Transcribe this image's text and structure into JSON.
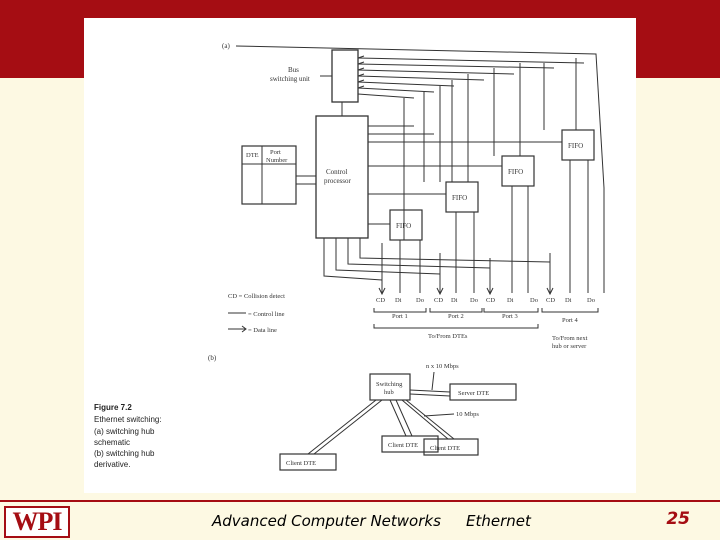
{
  "slide": {
    "footer_title": "Advanced Computer Networks",
    "footer_topic": "Ethernet",
    "page_number": "25",
    "logo_text": "WPI",
    "colors": {
      "brand": "#a50d13",
      "background": "#fdf9e3"
    }
  },
  "figure": {
    "part_a_label": "(a)",
    "part_b_label": "(b)",
    "bus_switching_unit": [
      "Bus",
      "switching unit"
    ],
    "port_table_dte": "DTE",
    "port_table_port": [
      "Port",
      "Number"
    ],
    "control_processor": [
      "Control",
      "processor"
    ],
    "fifo": "FIFO",
    "signals": {
      "cd": "CD",
      "di": "Di",
      "do": "Do"
    },
    "ports": [
      "Port 1",
      "Port 2",
      "Port 3",
      "Port 4"
    ],
    "to_from_dtes": "To/From DTEs",
    "to_from_next": [
      "To/From next",
      "hub or server"
    ],
    "legend": {
      "cd": "CD = Collision detect",
      "control": "= Control line",
      "data": "= Data line"
    },
    "hub": [
      "Switching",
      "hub"
    ],
    "server_dte": "Server DTE",
    "client_dte": "Client DTE",
    "rate_high": "n x 10 Mbps",
    "rate_low": "10 Mbps",
    "caption": {
      "title": "Figure 7.2",
      "lines": [
        "Ethernet switching:",
        "(a) switching hub",
        "schematic",
        "(b) switching hub",
        "derivative."
      ]
    }
  }
}
